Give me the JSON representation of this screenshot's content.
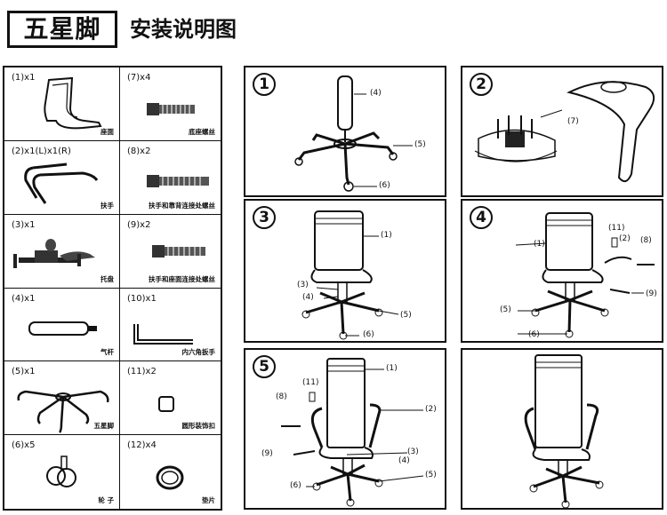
{
  "header": {
    "title": "五星脚",
    "subtitle": "安装说明图"
  },
  "parts": [
    {
      "code": "(1)x1",
      "name": "座面"
    },
    {
      "code": "(7)x4",
      "name": "底座螺丝"
    },
    {
      "code": "(2)x1(L)x1(R)",
      "name": "扶手"
    },
    {
      "code": "(8)x2",
      "name": "扶手和靠背连接处螺丝"
    },
    {
      "code": "(3)x1",
      "name": "托盘"
    },
    {
      "code": "(9)x2",
      "name": "扶手和座面连接处螺丝"
    },
    {
      "code": "(4)x1",
      "name": "气杆"
    },
    {
      "code": "(10)x1",
      "name": "内六角扳手"
    },
    {
      "code": "(5)x1",
      "name": "五星脚"
    },
    {
      "code": "(11)x2",
      "name": "圆形装饰扣"
    },
    {
      "code": "(6)x5",
      "name": "轮 子"
    },
    {
      "code": "(12)x4",
      "name": "垫片"
    }
  ],
  "steps": {
    "s1": {
      "num": "1",
      "labels": [
        "(4)",
        "(5)",
        "(6)"
      ]
    },
    "s2": {
      "num": "2",
      "labels": [
        "(7)"
      ]
    },
    "s3": {
      "num": "3",
      "labels": [
        "(1)",
        "(3)",
        "(4)",
        "(5)",
        "(6)"
      ]
    },
    "s4": {
      "num": "4",
      "labels": [
        "(11)",
        "(2)",
        "(8)",
        "(1)",
        "(9)",
        "(5)",
        "(6)"
      ]
    },
    "s5": {
      "num": "5",
      "labels": [
        "(1)",
        "(11)",
        "(8)",
        "(2)",
        "(9)",
        "(3)",
        "(4)",
        "(5)",
        "(6)"
      ]
    }
  }
}
